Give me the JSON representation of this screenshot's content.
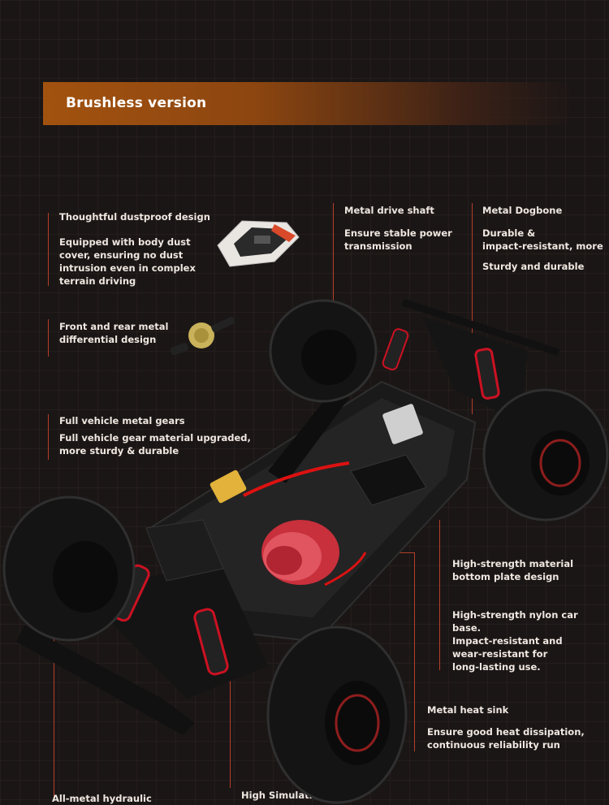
{
  "banner": {
    "title": "Brushless version"
  },
  "features": {
    "dustproof": {
      "title": "Thoughtful dustproof design",
      "desc": "Equipped with body dust\ncover, ensuring no dust\nintrusion even in complex\nterrain driving"
    },
    "differential": {
      "desc": "Front and rear metal\ndifferential design"
    },
    "gears": {
      "title": "Full vehicle metal gears",
      "desc": "Full vehicle gear material upgraded,\nmore sturdy & durable"
    },
    "drive_shaft": {
      "title": "Metal drive shaft",
      "desc": "Ensure stable power\ntransmission"
    },
    "dogbone": {
      "title": "Metal Dogbone",
      "desc": "Durable &\nimpact-resistant, more",
      "desc2": "Sturdy and durable"
    },
    "bottom_plate": {
      "title": "High-strength material\nbottom plate design",
      "desc": "High-strength nylon car base.\nImpact-resistant and\nwear-resistant for\nlong-lasting use."
    },
    "heat_sink": {
      "title": "Metal heat sink",
      "desc": "Ensure good heat dissipation,\ncontinuous reliability run"
    },
    "hydraulic": {
      "title": "All-metal hydraulic"
    },
    "simulation": {
      "title": "High Simulation"
    }
  },
  "colors": {
    "accent": "#d0452d",
    "banner": "#a2520f",
    "background": "#1b1616"
  }
}
